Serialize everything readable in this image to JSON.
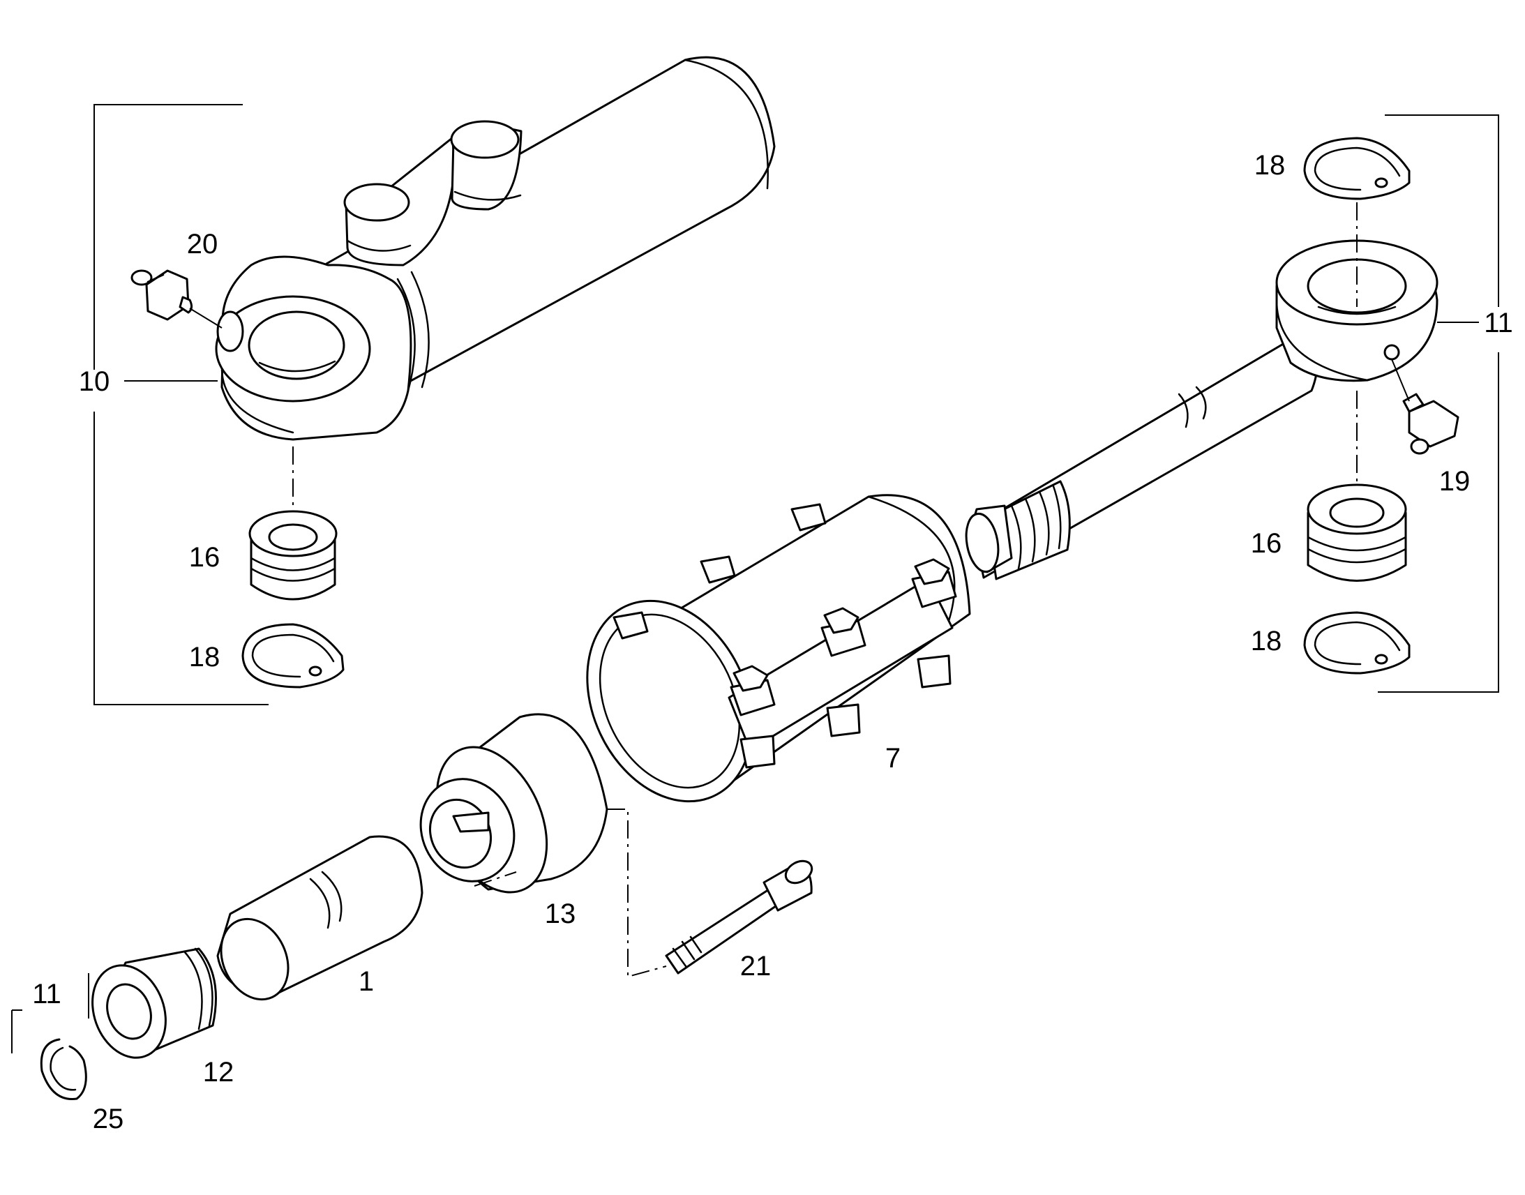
{
  "callouts": {
    "c1": "1",
    "c7": "7",
    "c10": "10",
    "c11_right": "11",
    "c11_left": "11",
    "c12": "12",
    "c13": "13",
    "c16_left": "16",
    "c16_right": "16",
    "c18_left": "18",
    "c18_right_top": "18",
    "c18_right_bottom": "18",
    "c19": "19",
    "c20": "20",
    "c21": "21",
    "c25": "25"
  },
  "colors": {
    "line": "#000000",
    "background": "#ffffff"
  }
}
